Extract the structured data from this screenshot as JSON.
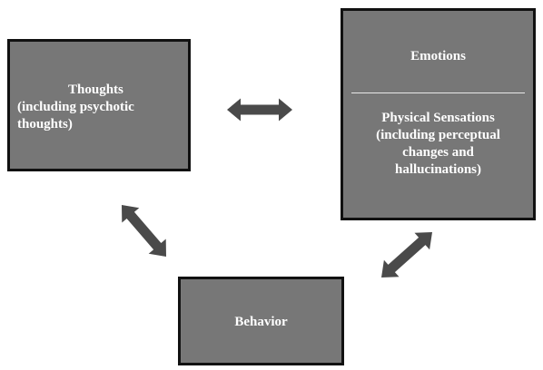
{
  "thoughts": {
    "line1": "Thoughts",
    "line2": "(including psychotic",
    "line3": "thoughts)"
  },
  "emotions": {
    "title": "Emotions",
    "sub_line1": "Physical Sensations",
    "sub_line2": "(including perceptual",
    "sub_line3": "changes and",
    "sub_line4": "hallucinations)"
  },
  "behavior": {
    "label": "Behavior"
  },
  "colors": {
    "box_fill": "#777777",
    "box_border": "#111111",
    "arrow_fill": "#4a4a4a",
    "text": "#ffffff"
  }
}
